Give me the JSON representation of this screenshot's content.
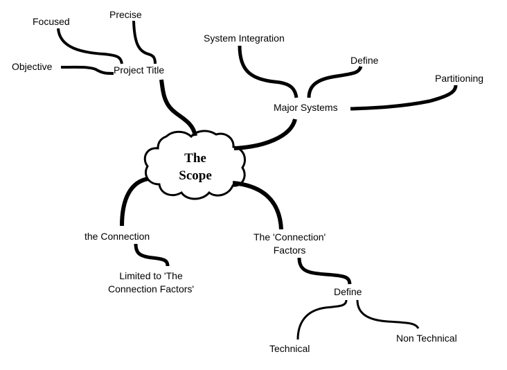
{
  "diagram": {
    "type": "mind-map",
    "center": {
      "id": "scope",
      "label": "The\nScope",
      "shape": "cloud"
    },
    "nodes": [
      {
        "id": "project-title",
        "label": "Project Title",
        "parent": "scope"
      },
      {
        "id": "focused",
        "label": "Focused",
        "parent": "project-title"
      },
      {
        "id": "precise",
        "label": "Precise",
        "parent": "project-title"
      },
      {
        "id": "objective",
        "label": "Objective",
        "parent": "project-title"
      },
      {
        "id": "major-systems",
        "label": "Major Systems",
        "parent": "scope"
      },
      {
        "id": "system-integration",
        "label": "System Integration",
        "parent": "major-systems"
      },
      {
        "id": "define-top",
        "label": "Define",
        "parent": "major-systems"
      },
      {
        "id": "partitioning",
        "label": "Partitioning",
        "parent": "major-systems"
      },
      {
        "id": "the-connection",
        "label": "the Connection",
        "parent": "scope"
      },
      {
        "id": "limited-to",
        "label": "Limited to 'The\nConnection Factors'",
        "parent": "the-connection"
      },
      {
        "id": "connection-factors",
        "label": "The 'Connection'\nFactors",
        "parent": "scope"
      },
      {
        "id": "define-bottom",
        "label": "Define",
        "parent": "connection-factors"
      },
      {
        "id": "technical",
        "label": "Technical",
        "parent": "define-bottom"
      },
      {
        "id": "non-technical",
        "label": "Non Technical",
        "parent": "define-bottom"
      }
    ],
    "colors": {
      "line": "#000000",
      "background": "#ffffff",
      "text": "#000000"
    }
  }
}
